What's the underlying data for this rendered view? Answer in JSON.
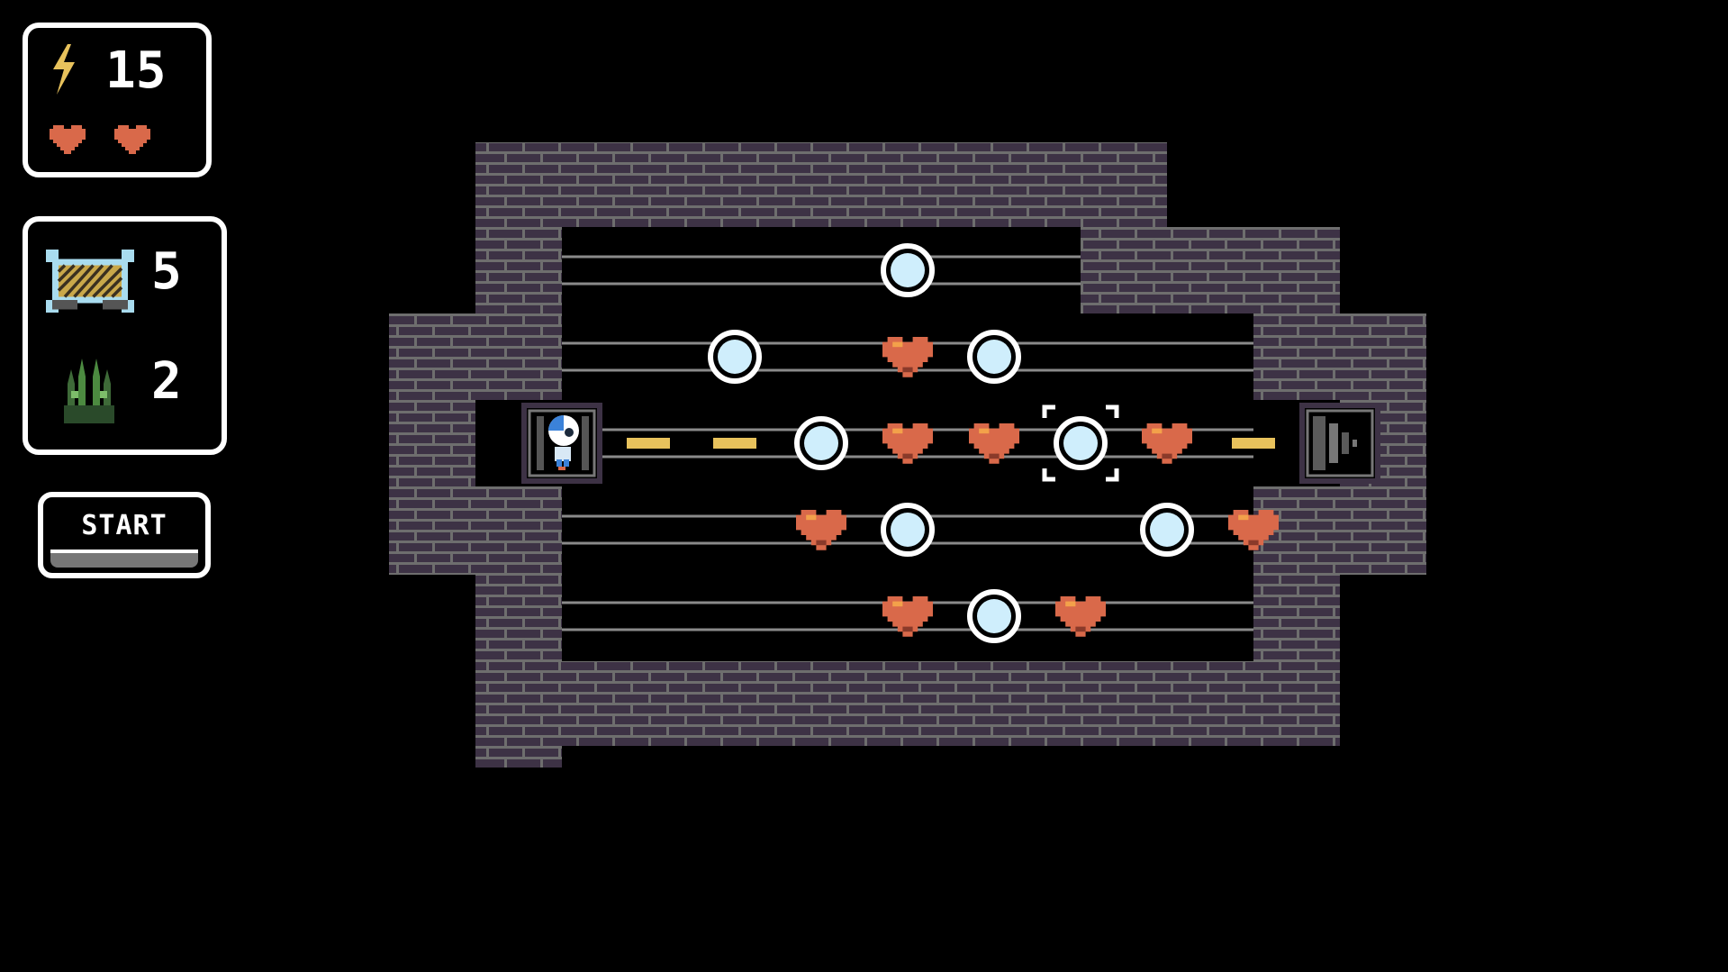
{
  "hud": {
    "energy": {
      "icon": "lightning-icon",
      "value": "15",
      "color": "#e8c25c"
    },
    "lives": {
      "icon": "heart-icon",
      "count": 2,
      "color": "#d9694a"
    },
    "items": [
      {
        "name": "bridge-item",
        "icon": "bridge-icon",
        "count": "5"
      },
      {
        "name": "plant-item",
        "icon": "plant-icon",
        "count": "2"
      }
    ]
  },
  "start_button": {
    "label": "START"
  },
  "board": {
    "player": {
      "icon": "robot-player-icon",
      "row": 2,
      "col": 0
    },
    "exit": {
      "icon": "exit-door-icon",
      "row": 2,
      "col": 9
    },
    "lanes": 5,
    "orbs": [
      {
        "row": 0,
        "col": 4
      },
      {
        "row": 1,
        "col": 2
      },
      {
        "row": 1,
        "col": 5
      },
      {
        "row": 2,
        "col": 3
      },
      {
        "row": 2,
        "col": 6,
        "selected": true
      },
      {
        "row": 3,
        "col": 4
      },
      {
        "row": 3,
        "col": 7
      },
      {
        "row": 4,
        "col": 5
      }
    ],
    "hearts": [
      {
        "row": 1,
        "col": 4
      },
      {
        "row": 2,
        "col": 4
      },
      {
        "row": 2,
        "col": 5
      },
      {
        "row": 2,
        "col": 7
      },
      {
        "row": 3,
        "col": 3
      },
      {
        "row": 3,
        "col": 8
      },
      {
        "row": 4,
        "col": 4
      },
      {
        "row": 4,
        "col": 6
      }
    ],
    "path_markers": [
      {
        "row": 2,
        "col": 1
      },
      {
        "row": 2,
        "col": 2
      },
      {
        "row": 2,
        "col": 8
      }
    ]
  },
  "colors": {
    "background": "#000000",
    "brick": "#3d3245",
    "mortar": "#6e6e6e",
    "rail": "#8a8a8a",
    "orb_fill": "#cfeefc",
    "orb_ring": "#ffffff",
    "heart": "#d9694a",
    "heart_shadow": "#8a3a2a",
    "marker": "#e8c25c"
  }
}
